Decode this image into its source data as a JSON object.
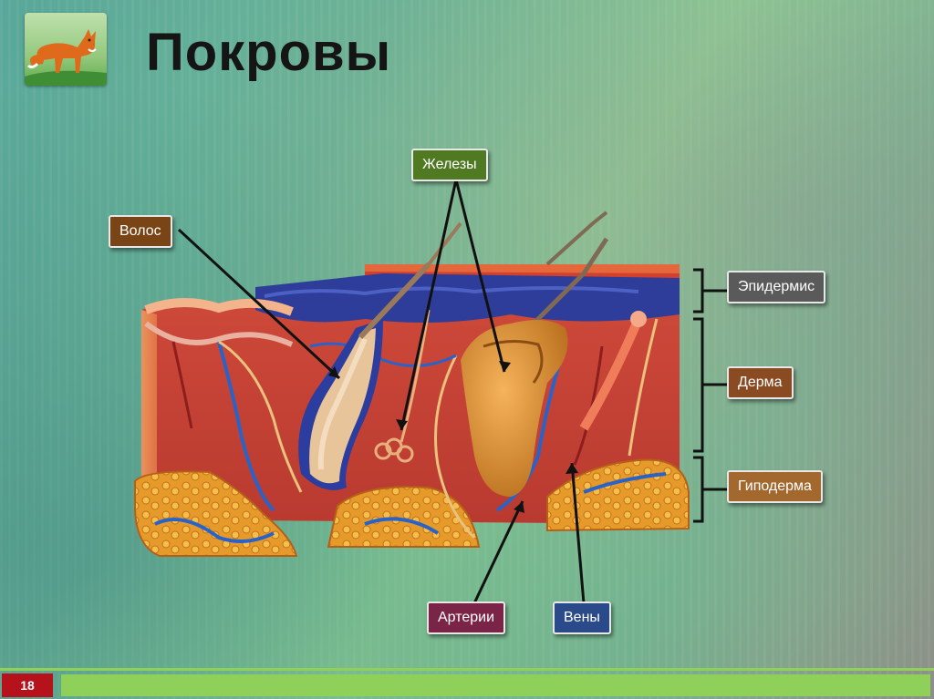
{
  "slide": {
    "title": "Покровы",
    "page_number": "18"
  },
  "labels": {
    "hair": "Волос",
    "glands": "Железы",
    "epidermis": "Эпидермис",
    "dermis": "Дерма",
    "hypodermis": "Гиподерма",
    "arteries": "Артерии",
    "veins": "Вены"
  },
  "colors": {
    "hair_label": "#7a4516",
    "glands_label": "#4f7a22",
    "epidermis_label": "#5a5a5a",
    "dermis_label": "#8a4a22",
    "hypodermis_label": "#a3682e",
    "arteries_label": "#7a2448",
    "veins_label": "#2b4a8a",
    "page_number_bg": "#b5121b",
    "footer_green": "#8fd05a"
  }
}
